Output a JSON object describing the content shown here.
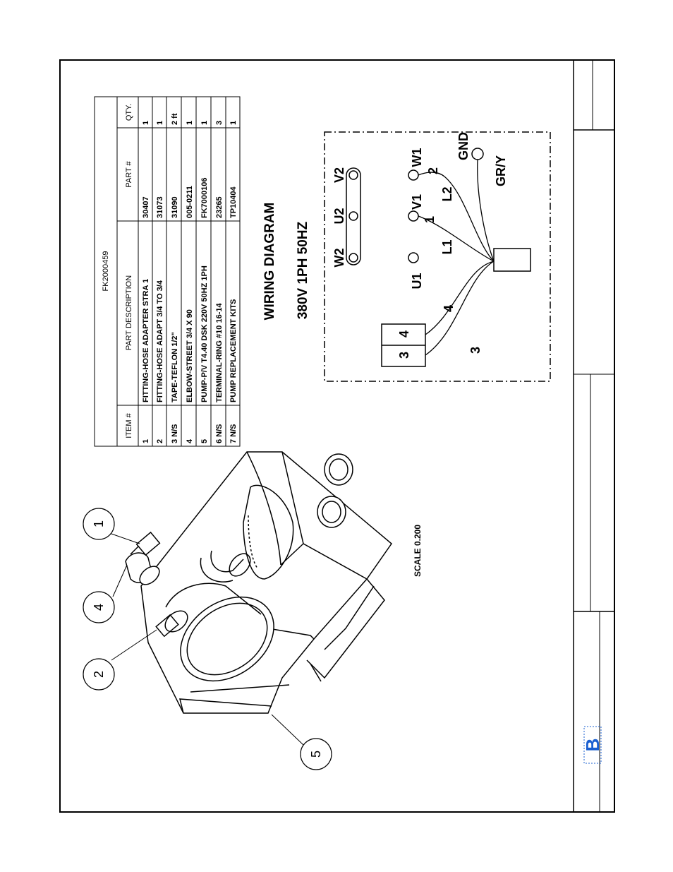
{
  "drawing_number": "FK2000459",
  "parts_table": {
    "headers": {
      "item": "ITEM #",
      "description": "PART DESCRIPTION",
      "part_no": "PART #",
      "qty": "QTY."
    },
    "rows": [
      {
        "item": "1",
        "description": "FITTING-HOSE ADAPTER STRA 1",
        "part_no": "30407",
        "qty": "1"
      },
      {
        "item": "2",
        "description": "FITTING-HOSE ADAPT 3/4 TO 3/4",
        "part_no": "31073",
        "qty": "1"
      },
      {
        "item": "3 N/S",
        "description": "TAPE-TEFLON 1/2\"",
        "part_no": "31090",
        "qty": "2 ft"
      },
      {
        "item": "4",
        "description": "ELBOW-STREET 3/4 X 90",
        "part_no": "005-0211",
        "qty": "1"
      },
      {
        "item": "5",
        "description": "PUMP-P/V T4.40 DSK 220V 50HZ 1PH",
        "part_no": "FK7000106",
        "qty": "1"
      },
      {
        "item": "6 N/S",
        "description": "TERMINAL-RING #10 16-14",
        "part_no": "23265",
        "qty": "3"
      },
      {
        "item": "7 N/S",
        "description": "PUMP REPLACEMENT KITS",
        "part_no": "TP10404",
        "qty": "1"
      }
    ]
  },
  "wiring": {
    "title": "WIRING DIAGRAM",
    "subtitle": "380V 1PH 50HZ",
    "terminals": {
      "w2": "W2",
      "u2": "U2",
      "v2": "V2",
      "u1": "U1",
      "v1": "V1",
      "w1": "W1",
      "gnd": "GND"
    },
    "block": {
      "left": "3",
      "right": "4"
    },
    "wires": {
      "l1": "L1",
      "l2": "L2",
      "w_one": "1",
      "w_two": "2",
      "w_three": "3",
      "w_four": "4",
      "gry": "GR/Y"
    }
  },
  "balloons": [
    "1",
    "4",
    "2",
    "5"
  ],
  "scale": "SCALE  0.200",
  "logo": "B",
  "colors": {
    "logo": "#1a5fd0",
    "line": "#000000"
  }
}
